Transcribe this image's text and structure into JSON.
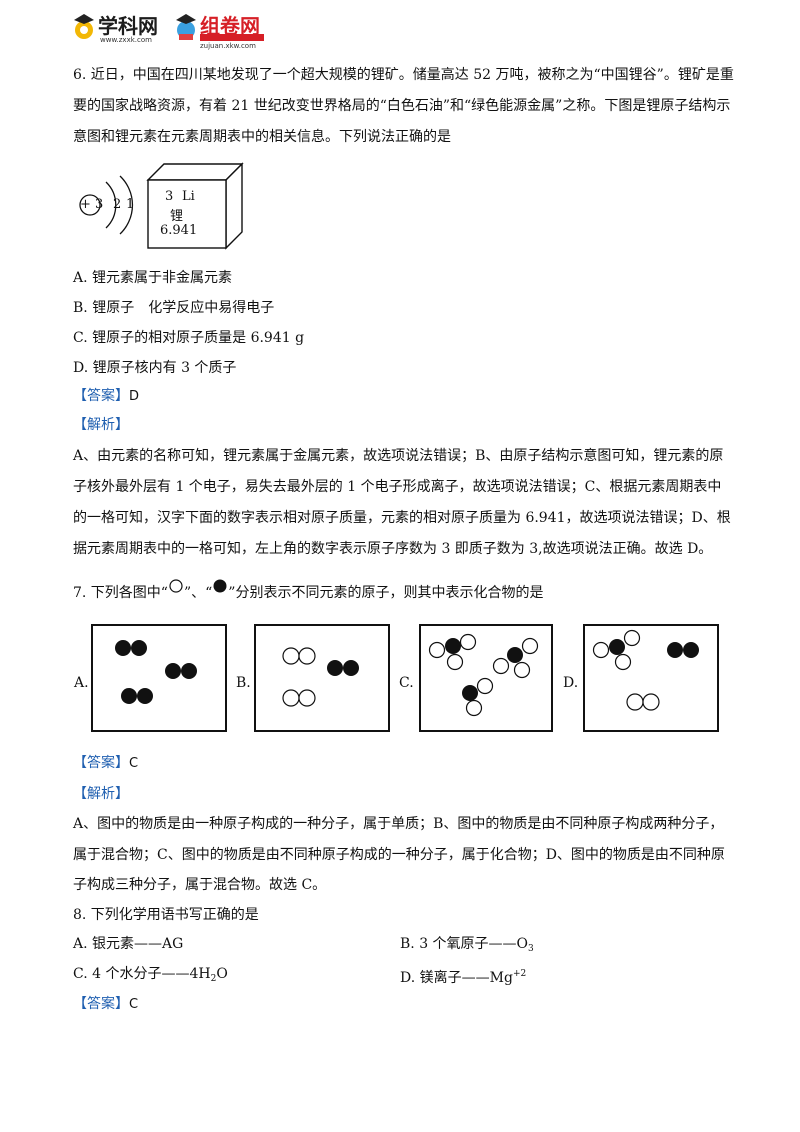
{
  "header": {
    "logo1_text": "学科网",
    "logo1_url": "www.zxxk.com",
    "logo2_text": "组卷网",
    "logo2_url": "zujuan.xkw.com"
  },
  "q6": {
    "line1": "6. 近日，中国在四川某地发现了一个超大规模的锂矿。储量高达 52 万吨，被称之为“中国锂谷”。锂矿是重",
    "line2": "要的国家战略资源，有着 21 世纪改变世界格局的“白色石油”和“绿色能源金属”之称。下图是锂原子结构示",
    "line3": "意图和锂元素在元素周期表中的相关信息。下列说法正确的是",
    "atom": {
      "nucleus": "+ 3",
      "shell1": "2",
      "shell2": "1"
    },
    "element": {
      "number": "3",
      "symbol": "Li",
      "name": "锂",
      "mass": "6.941"
    },
    "options": [
      "A. 锂元素属于非金属元素",
      "B. 锂原子　化学反应中易得电子",
      "C. 锂原子的相对原子质量是 6.941 g",
      "D. 锂原子核内有 3 个质子"
    ],
    "answer_tag": "【答案】",
    "answer": "D",
    "analysis_tag": "【解析】",
    "analysis": [
      "A、由元素的名称可知，锂元素属于金属元素，故选项说法错误；B、由原子结构示意图可知，锂元素的原",
      "子核外最外层有 1 个电子，易失去最外层的 1 个电子形成离子，故选项说法错误；C、根据元素周期表中",
      "的一格可知，汉字下面的数字表示相对原子质量，元素的相对原子质量为 6.941，故选项说法错误；D、根",
      "据元素周期表中的一格可知，左上角的数字表示原子序数为 3 即质子数为 3,故选项说法正确。故选 D。"
    ]
  },
  "q7": {
    "stem_part1": "7. 下列各图中“",
    "stem_part2": "”、“",
    "stem_part3": "”分别表示不同元素的原子，则其中表示化合物的是",
    "labels": [
      "A.",
      "B.",
      "C.",
      "D."
    ],
    "answer_tag": "【答案】",
    "answer": "C",
    "analysis_tag": "【解析】",
    "analysis": [
      "A、图中的物质是由一种原子构成的一种分子，属于单质；B、图中的物质是由不同种原子构成两种分子，",
      "属于混合物；C、图中的物质是由不同种原子构成的一种分子，属于化合物；D、图中的物质是由不同种原",
      "子构成三种分子，属于混合物。故选 C。"
    ]
  },
  "q8": {
    "stem": "8. 下列化学用语书写正确的是",
    "optA": "A. 银元素——AG",
    "optB_pre": "B. 3 个氧原子——O",
    "optB_sub": "3",
    "optC_pre": "C. 4 个水分子——4H",
    "optC_sub": "2",
    "optC_post": "O",
    "optD_pre": "D. 镁离子——Mg",
    "optD_sup": "+2",
    "answer_tag": "【答案】",
    "answer": "C"
  }
}
